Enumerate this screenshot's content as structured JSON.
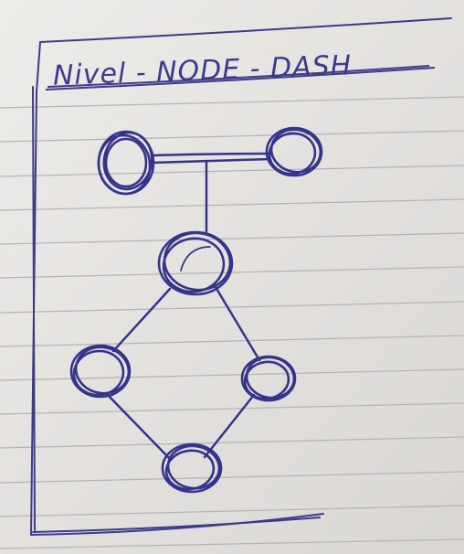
{
  "title": "Nivel - NODE - DASH",
  "colors": {
    "paper": "#e9e7e4",
    "rule_line": "#b9b7b8",
    "ink": "#3d3a8a",
    "ink_dark": "#2a2870"
  },
  "diagram": {
    "nodes": [
      {
        "id": "top-left"
      },
      {
        "id": "top-right"
      },
      {
        "id": "hub"
      },
      {
        "id": "left"
      },
      {
        "id": "right"
      },
      {
        "id": "bottom"
      }
    ],
    "edges": [
      {
        "from": "top-left",
        "to": "top-right"
      },
      {
        "from": "junction",
        "to": "hub"
      },
      {
        "from": "hub",
        "to": "left"
      },
      {
        "from": "hub",
        "to": "right"
      },
      {
        "from": "left",
        "to": "bottom"
      },
      {
        "from": "right",
        "to": "bottom"
      }
    ]
  }
}
